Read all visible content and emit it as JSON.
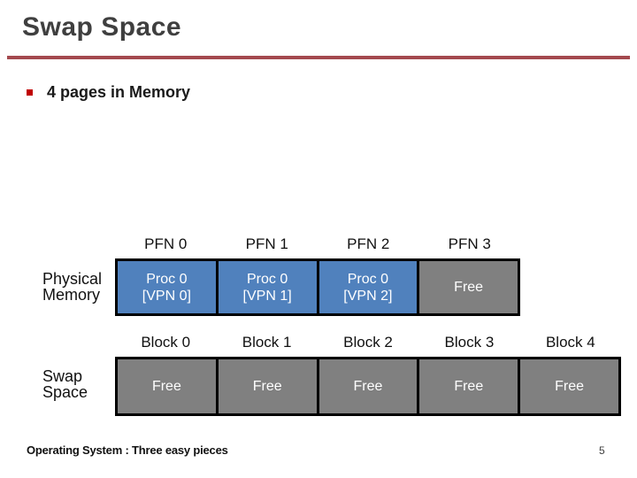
{
  "slide": {
    "title": "Swap Space",
    "bullet_text": "4 pages in Memory",
    "footer": "Operating System : Three easy pieces",
    "page_number": "5"
  },
  "colors": {
    "accent_line": "#a4494e",
    "bullet_marker": "#c00000",
    "used_cell": "#5081bd",
    "free_cell": "#808080",
    "cell_border": "#000000",
    "cell_text": "#ffffff"
  },
  "diagram": {
    "physical_memory": {
      "label_lines": [
        "Physical",
        "Memory"
      ],
      "headers": [
        "PFN 0",
        "PFN 1",
        "PFN 2",
        "PFN 3"
      ],
      "cells": [
        {
          "state": "used",
          "lines": [
            "Proc 0",
            "[VPN 0]"
          ]
        },
        {
          "state": "used",
          "lines": [
            "Proc 0",
            "[VPN 1]"
          ]
        },
        {
          "state": "used",
          "lines": [
            "Proc 0",
            "[VPN 2]"
          ]
        },
        {
          "state": "free",
          "lines": [
            "Free"
          ]
        }
      ]
    },
    "swap_space": {
      "label_lines": [
        "Swap",
        "Space"
      ],
      "headers": [
        "Block 0",
        "Block 1",
        "Block 2",
        "Block 3",
        "Block 4"
      ],
      "cells": [
        {
          "state": "free",
          "lines": [
            "Free"
          ]
        },
        {
          "state": "free",
          "lines": [
            "Free"
          ]
        },
        {
          "state": "free",
          "lines": [
            "Free"
          ]
        },
        {
          "state": "free",
          "lines": [
            "Free"
          ]
        },
        {
          "state": "free",
          "lines": [
            "Free"
          ]
        }
      ]
    }
  }
}
